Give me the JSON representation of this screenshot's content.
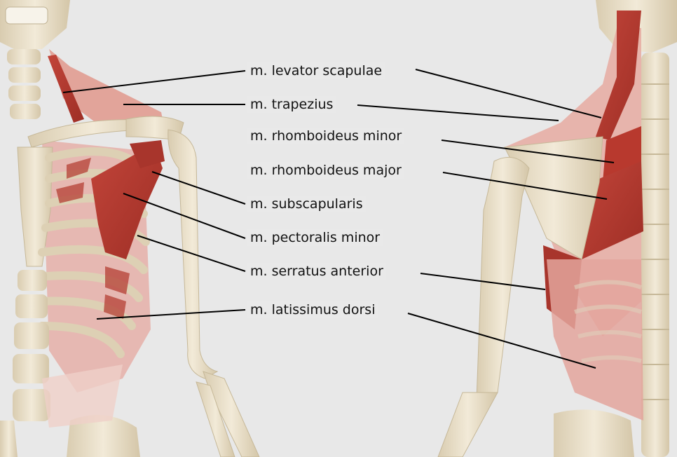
{
  "diagram": {
    "labels": {
      "levator_scapulae": "m. levator scapulae",
      "trapezius": "m. trapezius",
      "rhomboideus_minor": "m. rhomboideus minor",
      "rhomboideus_major": "m. rhomboideus major",
      "subscapularis": "m. subscapularis",
      "pectoralis_minor": "m. pectoralis minor",
      "serratus_anterior": "m. serratus anterior",
      "latissimus_dorsi": "m. latissimus dorsi"
    },
    "colors": {
      "background": "#e8e8e8",
      "bone": "#ece3cf",
      "bone_shadow": "#cdbfa0",
      "muscle_dark": "#b83a2e",
      "muscle_light": "#e6a8a0",
      "muscle_pale": "#efcfc8",
      "leader_line": "#000000"
    }
  }
}
